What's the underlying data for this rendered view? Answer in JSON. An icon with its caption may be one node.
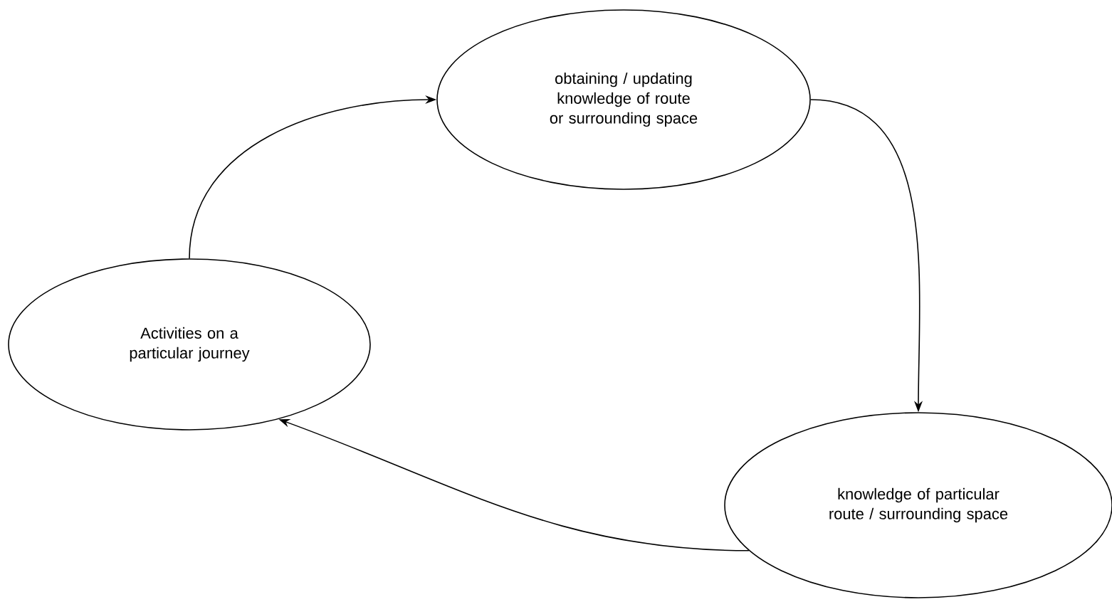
{
  "diagram": {
    "nodes": [
      {
        "text": [
          "Activities on a particular journey"
        ]
      },
      {
        "text": [
          "obtaining / updating knowledge of route or surrounding space"
        ]
      },
      {
        "text": [
          "knowledge of particular route / surrounding space"
        ]
      }
    ],
    "edges": [
      {
        "from": 0,
        "to": 1,
        "arrow": "to"
      },
      {
        "from": 1,
        "to": 2,
        "arrow": "to"
      },
      {
        "from": 2,
        "to": 0,
        "arrow": "to"
      }
    ]
  }
}
